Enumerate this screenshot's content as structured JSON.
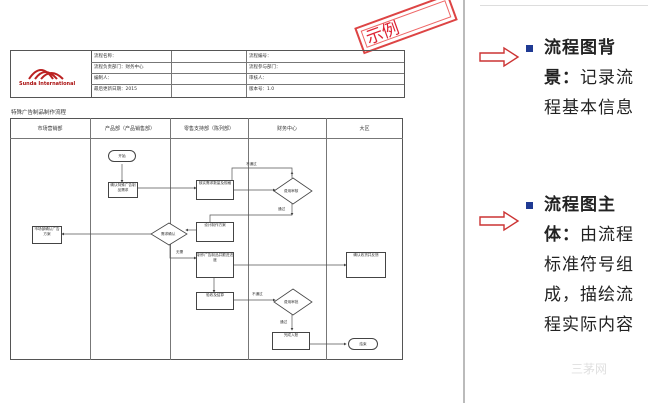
{
  "stamp": {
    "text": "示例"
  },
  "header_table": {
    "logo_text": "Sunda International",
    "left_labels": [
      "流程名称：",
      "流程负责部门：财务中心",
      "编制人：",
      "最后更新日期：2015"
    ],
    "right_labels": [
      "流程编号：",
      "流程参与部门：",
      "审核人：",
      "版本号：1.0"
    ]
  },
  "flowchart": {
    "title": "特殊广告制品制作流程",
    "lanes": [
      "市场营销部",
      "产品部（产品销售部）",
      "零售支持部（陈列部）",
      "财务中心",
      "大区"
    ],
    "nodes": {
      "start": "开始",
      "n1": "确认特殊广告制品需求",
      "n2": "核实需求数量及规格",
      "n3": "费用审核",
      "n4": "市场部确认广告方案",
      "n5": "需求确认",
      "n6": "设计制作方案",
      "n7": "制作广告制品并跟进进度",
      "n8": "费用审批",
      "n9": "验收及结算",
      "n10": "完成入账",
      "n11": "确认收货并反馈",
      "end": "结束"
    },
    "edge_labels": [
      "通过",
      "不通过",
      "通过",
      "不通过",
      "无需"
    ]
  },
  "right_panel": {
    "item1": {
      "bold": "流程图背景：",
      "text": "记录流程基本信息"
    },
    "item2": {
      "bold": "流程图主体：",
      "text": "由流程标准符号组成，描绘流程实际内容"
    }
  },
  "watermark": "三茅网"
}
